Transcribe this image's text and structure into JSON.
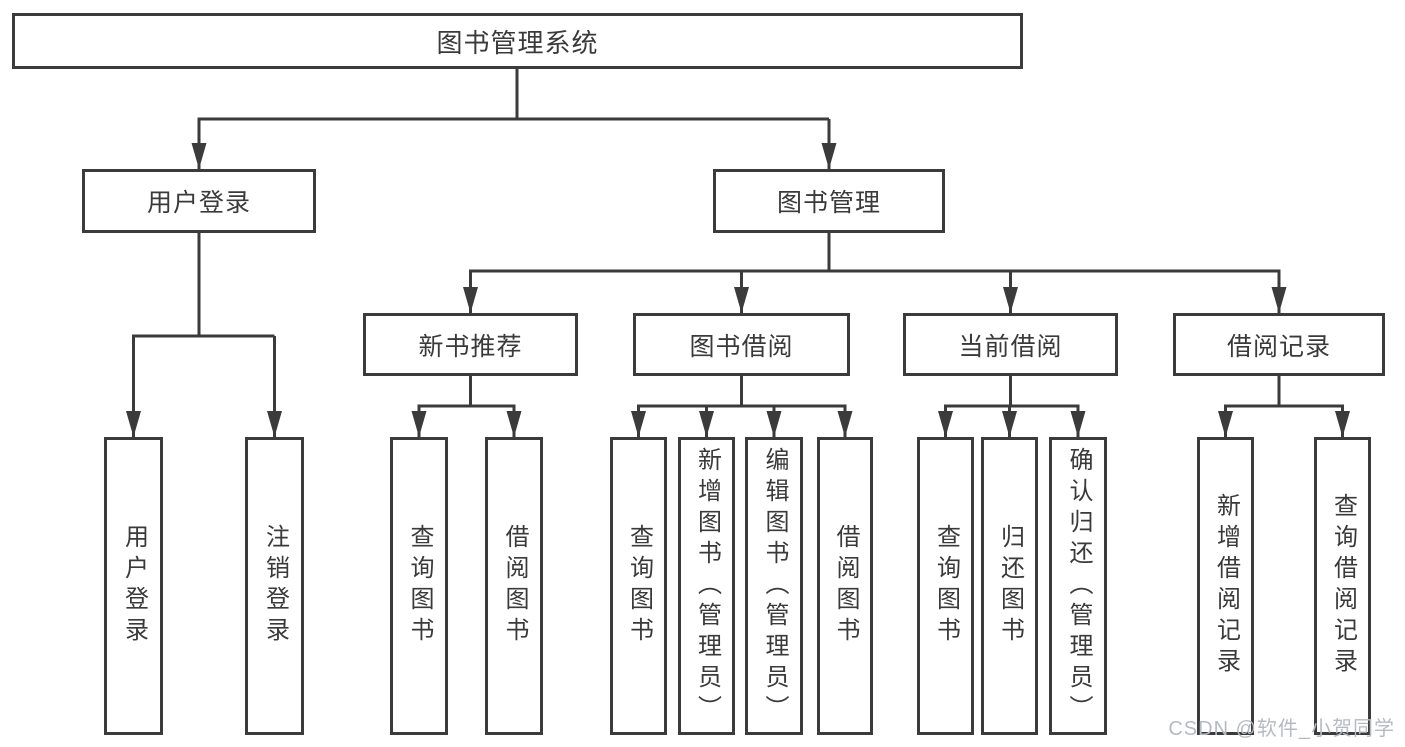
{
  "tree": {
    "root": {
      "label": "图书管理系统"
    },
    "branches": [
      {
        "label": "用户登录",
        "children": [
          {
            "label": "用户登录"
          },
          {
            "label": "注销登录"
          }
        ]
      },
      {
        "label": "图书管理",
        "groups": [
          {
            "label": "新书推荐",
            "children": [
              {
                "label": "查询图书"
              },
              {
                "label": "借阅图书"
              }
            ]
          },
          {
            "label": "图书借阅",
            "children": [
              {
                "label": "查询图书"
              },
              {
                "label": "新增图书（管理员）"
              },
              {
                "label": "编辑图书（管理员）"
              },
              {
                "label": "借阅图书"
              }
            ]
          },
          {
            "label": "当前借阅",
            "children": [
              {
                "label": "查询图书"
              },
              {
                "label": "归还图书"
              },
              {
                "label": "确认归还（管理员）"
              }
            ]
          },
          {
            "label": "借阅记录",
            "children": [
              {
                "label": "新增借阅记录"
              },
              {
                "label": "查询借阅记录"
              }
            ]
          }
        ]
      }
    ]
  },
  "watermark": {
    "text": "CSDN @软件_小贺同学"
  },
  "colors": {
    "line": "#3b3b3b",
    "text": "#3a3a3a",
    "background": "#ffffff",
    "watermark": "#b6bbc2"
  }
}
